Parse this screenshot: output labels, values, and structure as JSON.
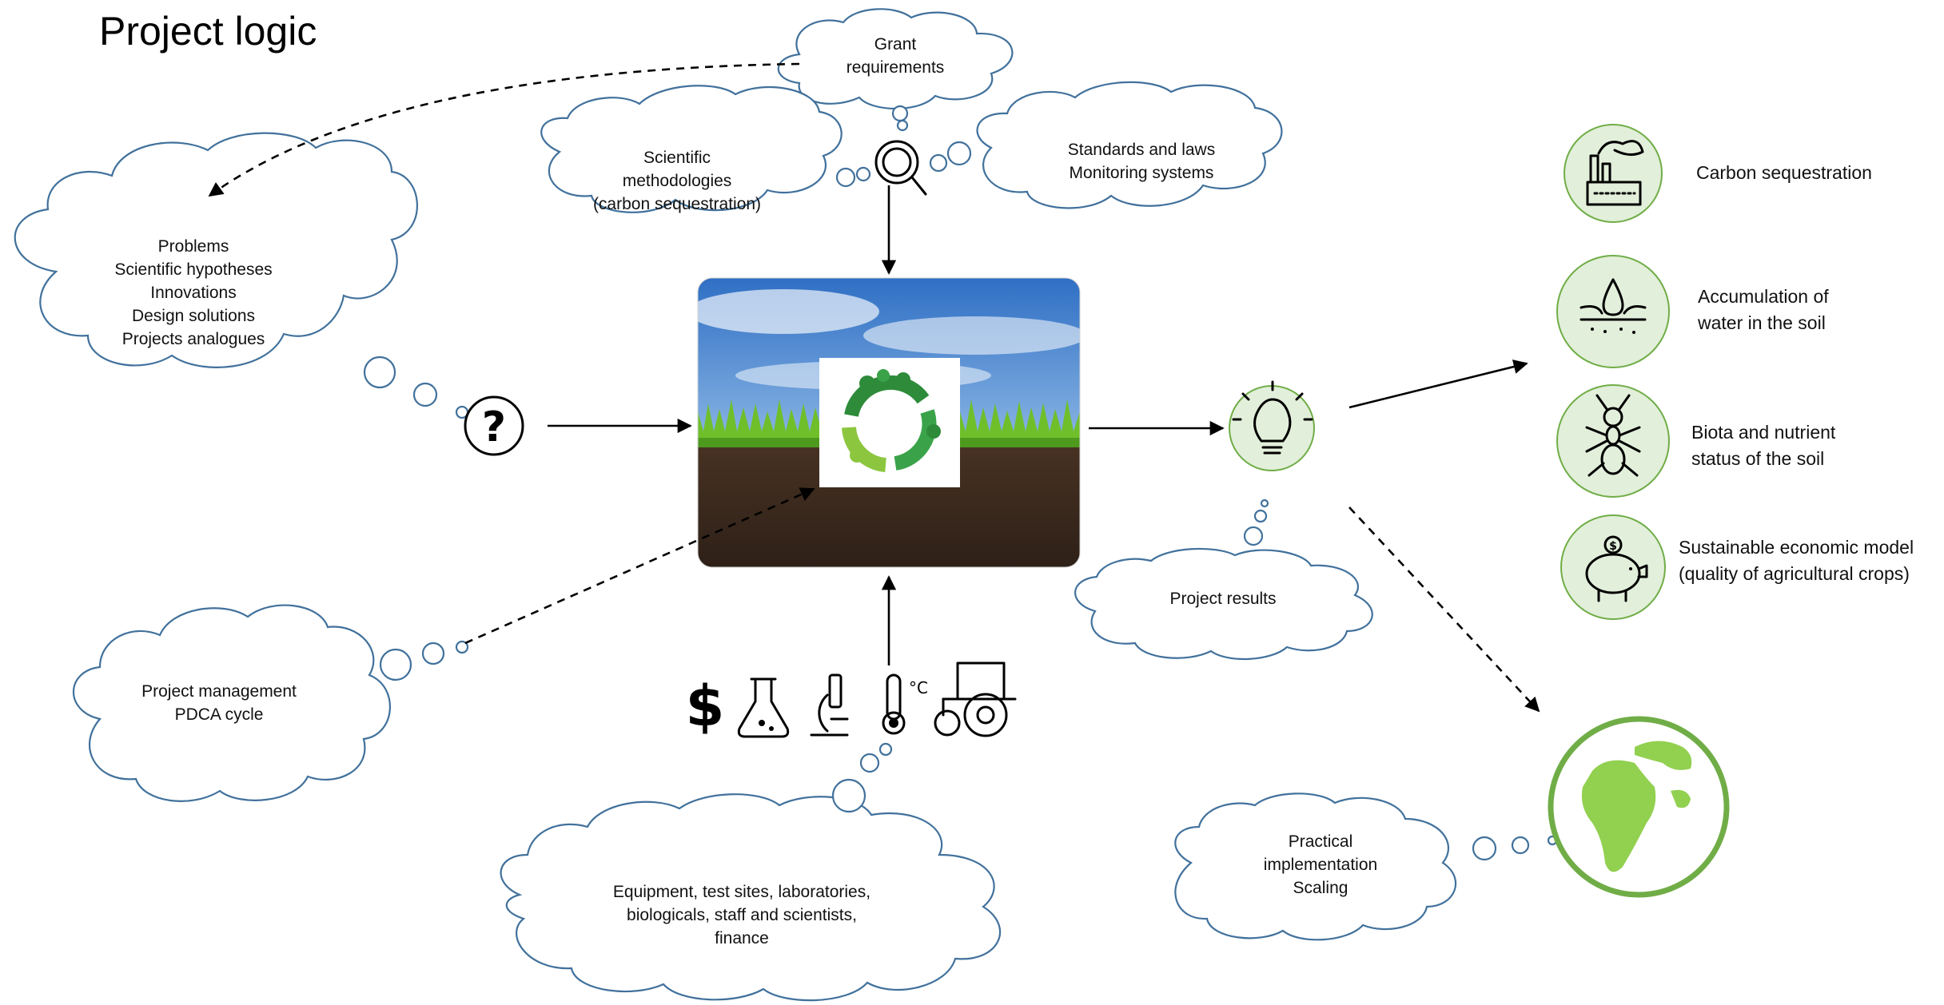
{
  "title": "Project logic",
  "clouds": {
    "grant": [
      "Grant",
      "requirements"
    ],
    "scientific": [
      "Scientific",
      "methodologies",
      "(carbon sequestration)"
    ],
    "standards": [
      "Standards and laws",
      "Monitoring systems"
    ],
    "problems": [
      "Problems",
      "Scientific hypotheses",
      "Innovations",
      "Design solutions",
      "Projects analogues"
    ],
    "management": [
      "Project management",
      "PDCA cycle"
    ],
    "resources": [
      "Equipment, test sites, laboratories,",
      "biologicals, staff and scientists,",
      "finance"
    ],
    "results": [
      "Project results"
    ],
    "practical": [
      "Practical",
      "implementation",
      "Scaling"
    ]
  },
  "outcomes": [
    {
      "lines": [
        "Carbon sequestration"
      ],
      "icon": "factory-icon"
    },
    {
      "lines": [
        "Accumulation of",
        "water in the soil"
      ],
      "icon": "water-drop-soil-icon"
    },
    {
      "lines": [
        "Biota and nutrient",
        "status of the soil"
      ],
      "icon": "ant-icon"
    },
    {
      "lines": [
        "Sustainable economic model",
        "(quality of agricultural crops)"
      ],
      "icon": "piggy-bank-icon"
    }
  ],
  "resource_icons": [
    "dollar-icon",
    "flask-icon",
    "microscope-icon",
    "thermometer-icon",
    "tractor-icon"
  ],
  "colors": {
    "cloud_stroke": "#41719c",
    "outcome_fill": "#e2efda",
    "outcome_stroke": "#70ad47",
    "globe_green": "#70ad47",
    "globe_land": "#92d050"
  }
}
